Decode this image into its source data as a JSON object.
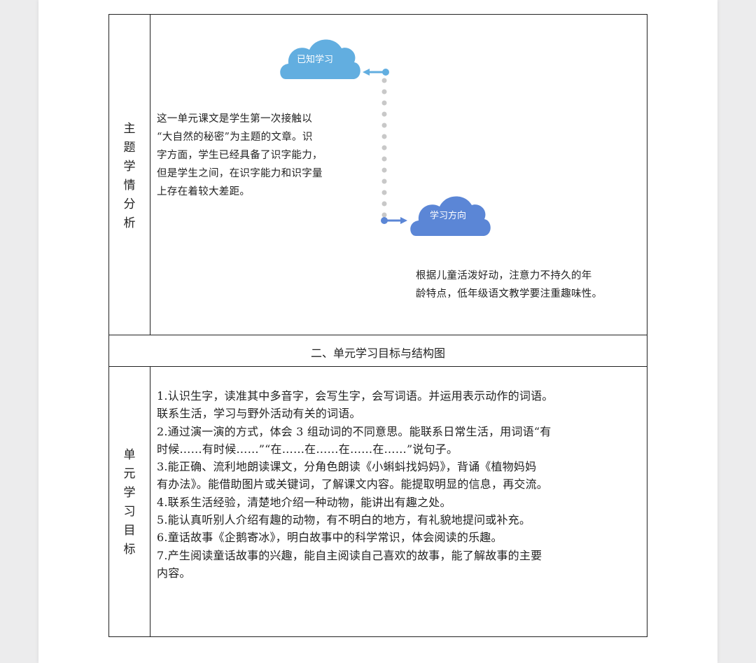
{
  "analysis": {
    "side_label": [
      "主",
      "题",
      "学",
      "情",
      "分",
      "析"
    ],
    "cloud_known": "已知学习",
    "cloud_direction": "学习方向",
    "known_text": [
      "这一单元课文是学生第一次接触以",
      "“大自然的秘密”为主题的文章。识",
      "字方面，学生已经具备了识字能力，",
      "但是学生之间，在识字能力和识字量",
      "上存在着较大差距。"
    ],
    "direction_text": [
      "根据儿童活泼好动，注意力不持久的年",
      "龄特点，低年级语文教学要注重趣味性。"
    ]
  },
  "section_title": "二、单元学习目标与结构图",
  "goals": {
    "side_label": [
      "单",
      "元",
      "学",
      "习",
      "目",
      "标"
    ],
    "items": [
      "1.认识生字，读准其中多音字，会写生字，会写词语。并运用表示动作的词语。",
      "联系生活，学习与野外活动有关的词语。",
      "2.通过演一演的方式，体会 3 组动词的不同意思。能联系日常生活，用词语“有",
      "时候……有时候……”“在……在……在……在……”说句子。",
      "3.能正确、流利地朗读课文，分角色朗读《小蝌蚪找妈妈》，背诵《植物妈妈",
      "有办法》。能借助图片或关键词，了解课文内容。能提取明显的信息，再交流。",
      "4.联系生活经验，清楚地介绍一种动物，能讲出有趣之处。",
      "5.能认真听别人介绍有趣的动物，有不明白的地方，有礼貌地提问或补充。",
      "6.童话故事《企鹅寄冰》，明白故事中的科学常识，体会阅读的乐趣。",
      "7.产生阅读童话故事的兴趣，能自主阅读自己喜欢的故事，能了解故事的主要",
      "内容。"
    ]
  },
  "colors": {
    "cloud_known": "#62aee0",
    "cloud_direction": "#5b86d6",
    "dots": "#c8c8c8",
    "arrow_known": "#62aee0",
    "arrow_direction": "#5b86d6"
  }
}
